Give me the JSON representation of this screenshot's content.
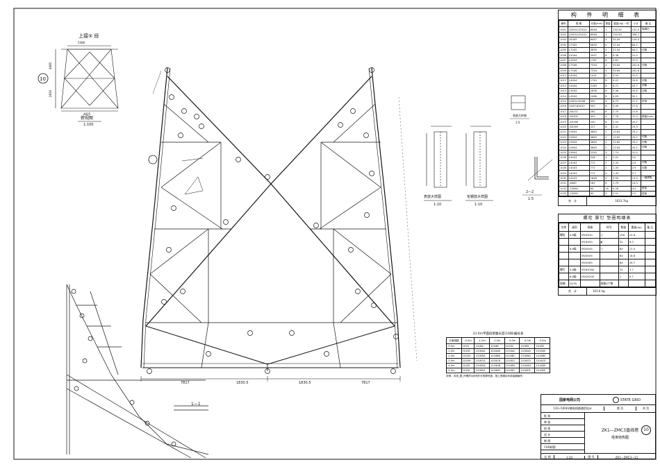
{
  "top_section": {
    "label": "上接⑤ 段",
    "view_title": "俯视图",
    "scale": "1:100",
    "width_dim": "5380",
    "sheet_no": "10",
    "dims_left": [
      "4680",
      "2830"
    ],
    "dim_bottom": "4825"
  },
  "main_view": {
    "dims_bottom": [
      "7817",
      "1830.5",
      "1830.5",
      "7817"
    ],
    "sections": [
      "1—1"
    ]
  },
  "details": {
    "node_plate_1": {
      "title": "表放大样图",
      "scale": "1:10"
    },
    "node_plate_2": {
      "title": "包钢放大样图",
      "scale": "1:10"
    },
    "detail_small": {
      "title": "表放大样图",
      "scale": "1:5"
    },
    "section_2": {
      "title": "2—2",
      "scale": "1:5"
    }
  },
  "leg_table": {
    "title": "33.0m平面段接腿长度(10排)编号表",
    "headers": [
      "平面接腿",
      "-0.0m",
      "-1.0m",
      "-2.0m",
      "-3.0m",
      "-4.0m",
      "-5.0m"
    ],
    "rows": [
      [
        "-0.0m",
        "1018",
        "1018A",
        "1018B",
        "1018C",
        "1018D",
        "1018E"
      ],
      [
        "-1.0m",
        "1018F",
        "1018AA",
        "1018AB",
        "1018AC",
        "1018AD",
        "1018AE"
      ],
      [
        "-2.0m",
        "1018G",
        "1018BA",
        "1018BB",
        "1018BC",
        "1018BD",
        "1018BE"
      ],
      [
        "-3.0m",
        "1018H",
        "1018CA",
        "1018CB",
        "1018CC",
        "1018CD",
        "1018CE"
      ],
      [
        "-4.0m",
        "1018I",
        "1018DA",
        "1018DB",
        "1018DC",
        "1018DD",
        "1018DE"
      ],
      [
        "-5.0m",
        "1018J",
        "1018EA",
        "1018EB",
        "1018EC",
        "1018ED",
        "1018EE"
      ]
    ],
    "note": "说明：本段_图_所需的0段号的长短脚号度，按上表确定本段接腿编号"
  },
  "parts_table": {
    "title": "构 件 明 细 表",
    "headers": [
      "编号",
      "规 格",
      "长度(mm)",
      "数量",
      "重量(kg) 一件",
      "小计",
      "备 注"
    ],
    "rows": [
      [
        "1001",
        "Q345L125X10",
        "6946",
        "1",
        "132.90",
        "132.9",
        "带脚钉"
      ],
      [
        "1002",
        "Q345L125X10",
        "6946",
        "3",
        "132.90",
        "398.7",
        ""
      ],
      [
        "1003",
        "L63X5",
        "6447",
        "4",
        "31.09",
        "124.4",
        ""
      ],
      [
        "1004",
        "L70X5",
        "3839",
        "4",
        "21.04",
        "84.2",
        ""
      ],
      [
        "1005",
        "L70X5",
        "3839",
        "4",
        "21.04",
        "84.2",
        "切角"
      ],
      [
        "1006",
        "L50X4",
        "2097",
        "8",
        "6.38",
        "51.0",
        ""
      ],
      [
        "1007",
        "L45X4",
        "1787",
        "8",
        "4.61",
        "37.4",
        ""
      ],
      [
        "1008",
        "L75X6",
        "7334",
        "4",
        "50.64",
        "202.6",
        "切角"
      ],
      [
        "1009",
        "L75X6",
        "7334",
        "4",
        "50.64",
        "202.6",
        ""
      ],
      [
        "1010",
        "L40X4",
        "1431",
        "8",
        "3.50",
        "31.4",
        ""
      ],
      [
        "1011",
        "L40X4",
        "1743",
        "8",
        "4.22",
        "33.8",
        "切角"
      ],
      [
        "1012",
        "L50X4",
        "2163",
        "8",
        "6.71",
        "53.7",
        "切角"
      ],
      [
        "1013",
        "L45X4",
        "2836",
        "8",
        "5.46",
        "43.8",
        "切角"
      ],
      [
        "1014",
        "L45X4",
        "1466",
        "8",
        "4.03",
        "32.1",
        ""
      ],
      [
        "1015",
        "Q345L100X8",
        "550",
        "4",
        "6.75",
        "27.0",
        "铲背"
      ],
      [
        "1016",
        "Q345-80X10",
        "550",
        "8",
        "3.45",
        "27.6",
        ""
      ],
      [
        "1017",
        "-8X237",
        "262",
        "8",
        "2.70",
        "21.6",
        ""
      ],
      [
        "1018",
        "-8X305",
        "405",
        "4",
        "7.76",
        "31.0",
        "焊接5mm"
      ],
      [
        "1019",
        "-8X168",
        "240",
        "8",
        "2.53",
        "20.2",
        ""
      ],
      [
        "1020",
        "-8X169",
        "227",
        "8",
        "2.41",
        "19.3",
        ""
      ],
      [
        "1021",
        "L56X4",
        "3663",
        "2",
        "12.62",
        "25.2",
        ""
      ],
      [
        "1022",
        "L56X4",
        "3663",
        "2",
        "12.62",
        "25.2",
        "切角"
      ],
      [
        "1023",
        "L56X4",
        "3663",
        "2",
        "12.62",
        "25.2",
        "切角"
      ],
      [
        "1024",
        "L56X4",
        "3663",
        "2",
        "12.62",
        "25.2",
        "切角"
      ],
      [
        "1025",
        "L56X4",
        "2245",
        "4",
        "7.74",
        "31.0",
        ""
      ],
      [
        "1026",
        "L40X3",
        "548",
        "4",
        "1.01",
        "4.0",
        ""
      ],
      [
        "1027",
        "L40X3",
        "772",
        "2",
        "1.43",
        "2.9",
        "切角"
      ],
      [
        "1028",
        "L40X3",
        "772",
        "2",
        "1.43",
        "2.9",
        "切角"
      ],
      [
        "1029",
        "L40X3",
        "772",
        "4",
        "1.43",
        "5.7",
        ""
      ],
      [
        "1030",
        "L40X3",
        "1848",
        "4",
        "3.50",
        "13.4",
        "一端焊角"
      ],
      [
        "1031",
        "-6X60",
        "182",
        "8",
        "1.79",
        "14.3",
        ""
      ],
      [
        "1032",
        "-10X60",
        "60",
        "16",
        "0.28",
        "4.5",
        "垫板"
      ],
      [
        "1033",
        "-10X60",
        "60",
        "4",
        "0.51",
        "2.0",
        "垫板"
      ]
    ],
    "total_label": "合　计",
    "total": "1633.7kg"
  },
  "bolt_table": {
    "title": "螺栓 脚钉 垫圈明细表",
    "headers": [
      "名称",
      "级别",
      "规格",
      "符号",
      "数量",
      "重量(kg)",
      "备 注"
    ],
    "rows": [
      [
        "螺栓",
        "4.8级",
        "M16X40",
        "○",
        "156",
        "22.8",
        ""
      ],
      [
        "",
        "",
        "M16X50",
        "◐",
        "52",
        "8.3",
        ""
      ],
      [
        "",
        "6.8级",
        "M20X45",
        "○",
        "80",
        "21.4",
        ""
      ],
      [
        "",
        "",
        "M20X55",
        "",
        "64",
        "18.8",
        ""
      ],
      [
        "",
        "",
        "M20X65",
        "",
        "84",
        "26.7",
        ""
      ],
      [
        "脚钉",
        "4.8级",
        "M16X180",
        "",
        "15",
        "3.7",
        ""
      ],
      [
        "",
        "6.8级",
        "M20X200",
        "",
        "1",
        "0.7",
        ""
      ],
      [
        "垫圈",
        "Q235",
        "",
        "规格X个数",
        "",
        "",
        ""
      ]
    ],
    "total_label": "合　计",
    "total": "103.6 kg"
  },
  "title_block": {
    "company": "国家电网公司",
    "brand": "STATE GRID",
    "project": "110~500kV输电线路通用设计",
    "drawing_title": "ZK1—ZMC3直线塔",
    "drawing_subtitle": "塔身结构图",
    "sheet_index": "10",
    "scale_label": "比 例",
    "scale": "1:20",
    "drawing_no_label": "图 号",
    "drawing_no": "ZK1—ZMC3—11",
    "sheet_label": "第 页",
    "sheet_of": "共 页",
    "rows": [
      "批 准",
      "审 核",
      "校 核",
      "设 计",
      "制 图",
      "CAD制图"
    ]
  },
  "colors": {
    "line": "#111111",
    "bg": "#ffffff"
  }
}
